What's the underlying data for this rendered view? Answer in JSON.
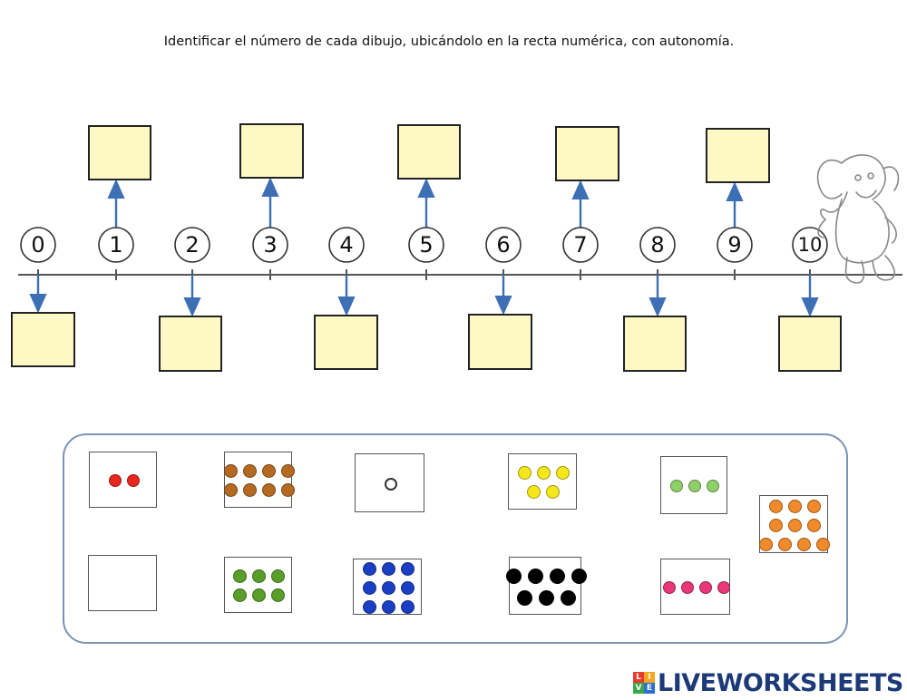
{
  "instruction": "Identificar el número de cada dibujo, ubicándolo en la recta numérica, con autonomía.",
  "number_line": {
    "labels": [
      "0",
      "1",
      "2",
      "3",
      "4",
      "5",
      "6",
      "7",
      "8",
      "9",
      "10"
    ],
    "upper_targets": [
      "1",
      "3",
      "5",
      "7",
      "9"
    ],
    "lower_targets": [
      "0",
      "2",
      "4",
      "6",
      "8",
      "10"
    ]
  },
  "colors": {
    "box_fill": "#fdf8c4",
    "arrow": "#3d6fb4",
    "line": "#555555",
    "tray_border": "#7a94b4"
  },
  "dot_cards": [
    {
      "id": "card-2-red",
      "count": 2,
      "color": "#e8281e"
    },
    {
      "id": "card-8-brown",
      "count": 8,
      "color": "#b56a22"
    },
    {
      "id": "card-1-white",
      "count": 1,
      "color": "#ffffff"
    },
    {
      "id": "card-5-yellow",
      "count": 5,
      "color": "#f4e81a"
    },
    {
      "id": "card-3-lightgreen",
      "count": 3,
      "color": "#8fd06a"
    },
    {
      "id": "card-10-orange",
      "count": 10,
      "color": "#f08a2a"
    },
    {
      "id": "card-0-empty",
      "count": 0,
      "color": "#ffffff"
    },
    {
      "id": "card-6-green",
      "count": 6,
      "color": "#5a9e2a"
    },
    {
      "id": "card-9-blue",
      "count": 9,
      "color": "#1a3fc4"
    },
    {
      "id": "card-7-black",
      "count": 7,
      "color": "#000000"
    },
    {
      "id": "card-4-pink",
      "count": 4,
      "color": "#e8387a"
    }
  ],
  "icons": {
    "mascot": "elephant-icon",
    "brand_logo": "liveworksheets-logo-icon"
  },
  "watermark": {
    "logo_letters": [
      "L",
      "I",
      "V",
      "E"
    ],
    "logo_colors": [
      "#e63b2e",
      "#f5a623",
      "#3aa64a",
      "#2a6fc9"
    ],
    "text": "LIVEWORKSHEETS"
  }
}
